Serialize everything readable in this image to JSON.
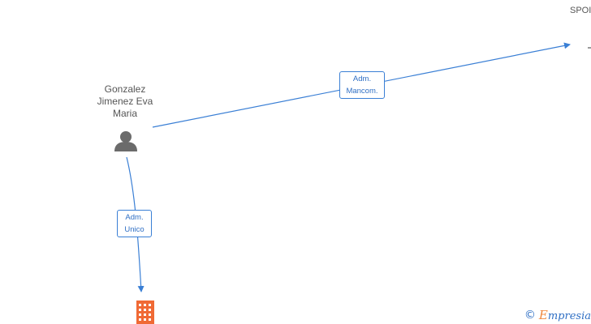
{
  "nodes": {
    "person": {
      "name_lines": [
        "Gonzalez",
        "Jimenez Eva",
        "Maria"
      ],
      "icon": "person-icon"
    },
    "company_bottom": {
      "icon": "building-icon",
      "color": "#f06a35"
    },
    "company_topright": {
      "partial_label": "SPOI"
    }
  },
  "edges": {
    "to_topright": {
      "label_lines": [
        "Adm.",
        "Mancom."
      ]
    },
    "to_bottom": {
      "label_lines": [
        "Adm.",
        "Unico"
      ]
    }
  },
  "colors": {
    "edge": "#3a7fd5",
    "node_text": "#555555",
    "person_icon": "#6b6b6b",
    "brand_blue": "#2f6fc4",
    "brand_orange": "#f0883e"
  },
  "brand": {
    "copyright": "©",
    "initial": "E",
    "rest": "mpresia"
  }
}
